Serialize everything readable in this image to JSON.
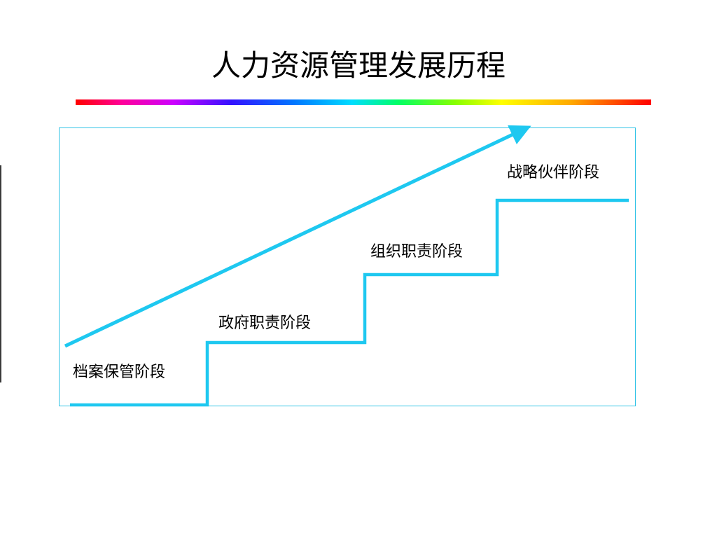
{
  "slide": {
    "title": "人力资源管理发展历程",
    "colors": {
      "line": "#1ec8f0",
      "frame": "#33c4e6",
      "text": "#000000",
      "rainbow": [
        "#ff0000",
        "#ff00aa",
        "#cc00ff",
        "#3300ff",
        "#0066ff",
        "#00ccff",
        "#00ff88",
        "#66ff00",
        "#ffff00",
        "#ffaa00",
        "#ff0000"
      ]
    },
    "stages": [
      {
        "label": "档案保管阶段"
      },
      {
        "label": "政府职责阶段"
      },
      {
        "label": "组织职责阶段"
      },
      {
        "label": "战略伙伴阶段"
      }
    ]
  }
}
